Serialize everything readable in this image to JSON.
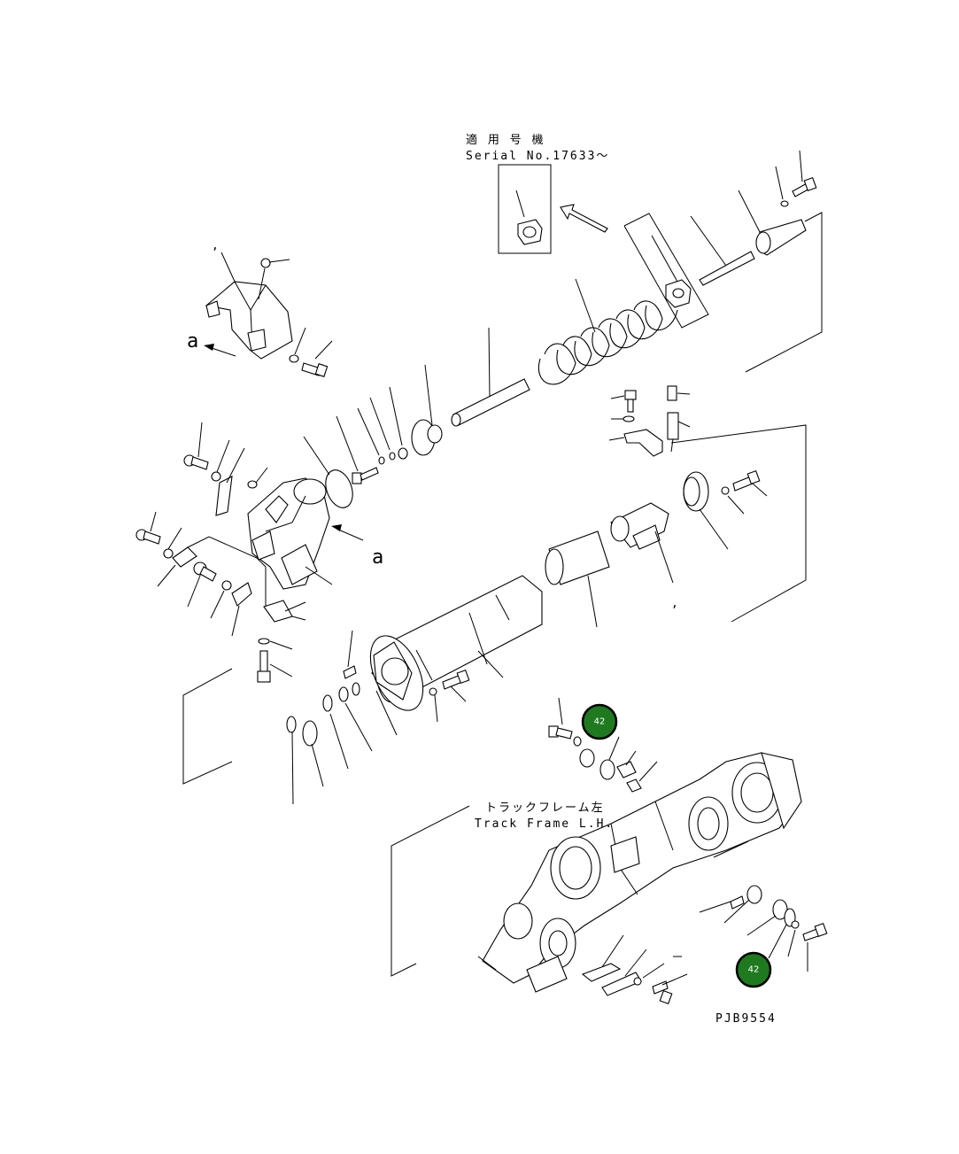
{
  "serial_note": {
    "line1": "適 用 号 機",
    "line2": "Serial No.17633～"
  },
  "track_frame": {
    "line1": "トラックフレーム左",
    "line2": "Track Frame L.H."
  },
  "view_markers": {
    "top_left": "a",
    "middle": "a"
  },
  "callouts": [
    {
      "label": "42"
    },
    {
      "label": "42"
    }
  ],
  "drawing_code": "PJB9554",
  "tick_mark": ","
}
